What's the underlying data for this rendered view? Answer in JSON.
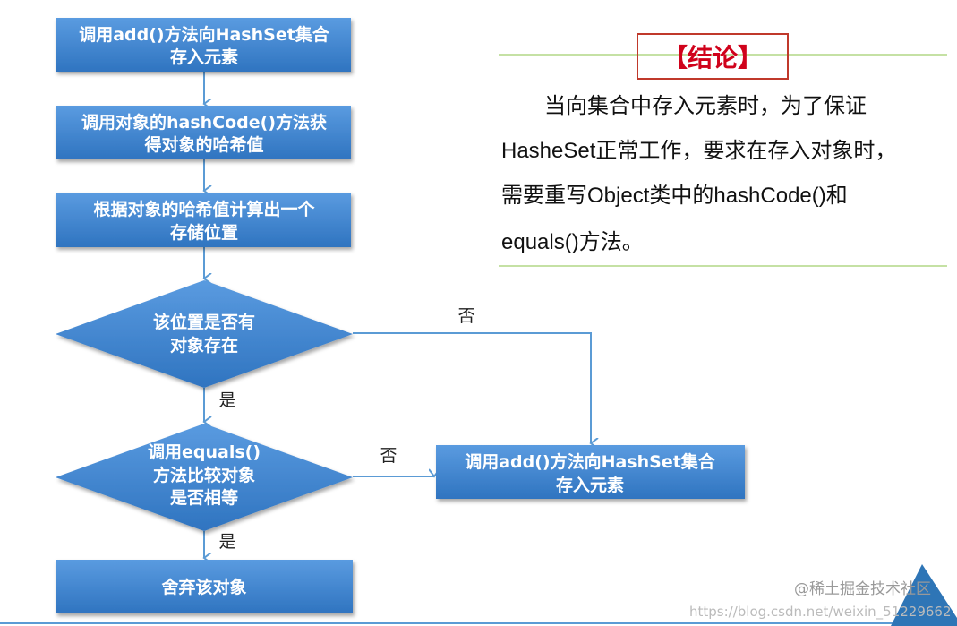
{
  "flow": {
    "step1": [
      "调用add()方法向HashSet集合",
      "存入元素"
    ],
    "step2": [
      "调用对象的hashCode()方法获",
      "得对象的哈希值"
    ],
    "step3": [
      "根据对象的哈希值计算出一个",
      "存储位置"
    ],
    "decision1": [
      "该位置是否有",
      "对象存在"
    ],
    "decision2": [
      "调用equals()",
      "方法比较对象",
      "是否相等"
    ],
    "end_discard": "舍弃该对象",
    "store": [
      "调用add()方法向HashSet集合",
      "存入元素"
    ],
    "yes1": "是",
    "no1": "否",
    "yes2": "是",
    "no2": "否"
  },
  "conclusion": {
    "title": "【结论】",
    "lines": [
      "　　当向集合中存入元素时，为了保证",
      "HasheSet正常工作，要求在存入对象时，",
      "需要重写Object类中的hashCode()和",
      "equals()方法。"
    ]
  },
  "watermark": {
    "text1": "@稀土掘金技术社区",
    "text2": "https://blog.csdn.net/weixin_51229662"
  },
  "colors": {
    "box": "#3d85cf",
    "arrow": "#5b9bd5",
    "accent_red": "#d0021b",
    "rule": "#8bc34a"
  }
}
